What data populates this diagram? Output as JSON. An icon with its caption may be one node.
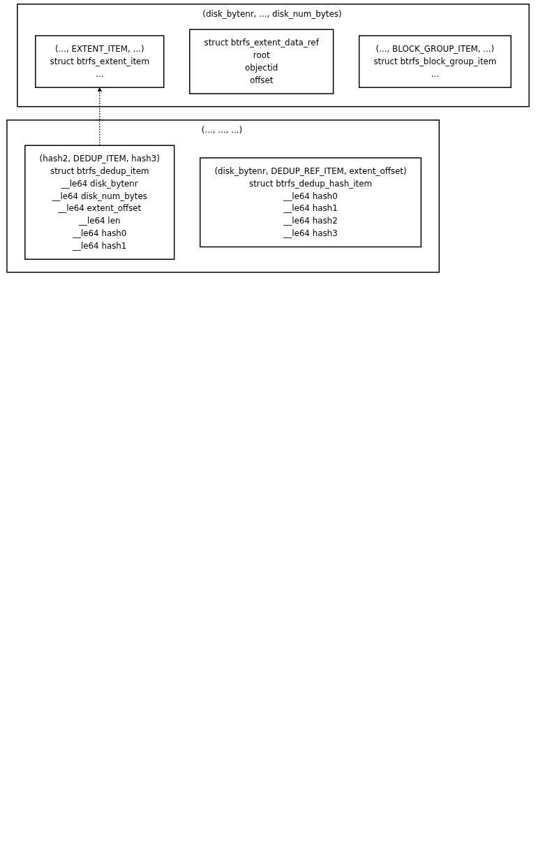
{
  "diagram": {
    "nodes": [
      {
        "text": [
          "(disk_bytenr, ..., disk_num_bytes)"
        ]
      },
      {
        "text": [
          "(..., EXTENT_ITEM, ...)",
          "struct btrfs_extent_item",
          "..."
        ],
        "in": 0
      },
      {
        "text": [
          "struct btrfs_extent_data_ref",
          "root",
          "objectid",
          "offset"
        ],
        "in": 0
      },
      {
        "text": [
          "(..., BLOCK_GROUP_ITEM, ...)",
          "struct btrfs_block_group_item",
          "..."
        ],
        "in": 0
      },
      {
        "text": [
          "(..., ..., ...)"
        ]
      },
      {
        "text": [
          "(hash2, DEDUP_ITEM, hash3)",
          "struct btrfs_dedup_item",
          "__le64 disk_bytenr",
          "__le64 disk_num_bytes",
          "__le64 extent_offset",
          "__le64 len",
          "__le64 hash0",
          "__le64 hash1"
        ],
        "in": 4
      },
      {
        "text": [
          "(disk_bytenr, DEDUP_REF_ITEM, extent_offset)",
          "struct btrfs_dedup_hash_item",
          "__le64 hash0",
          "__le64 hash1",
          "__le64 hash2",
          "__le64 hash3"
        ],
        "in": 4
      }
    ],
    "edges": [
      {
        "from": 5,
        "to": 1,
        "arrow": "to",
        "style": "dashed"
      }
    ]
  }
}
